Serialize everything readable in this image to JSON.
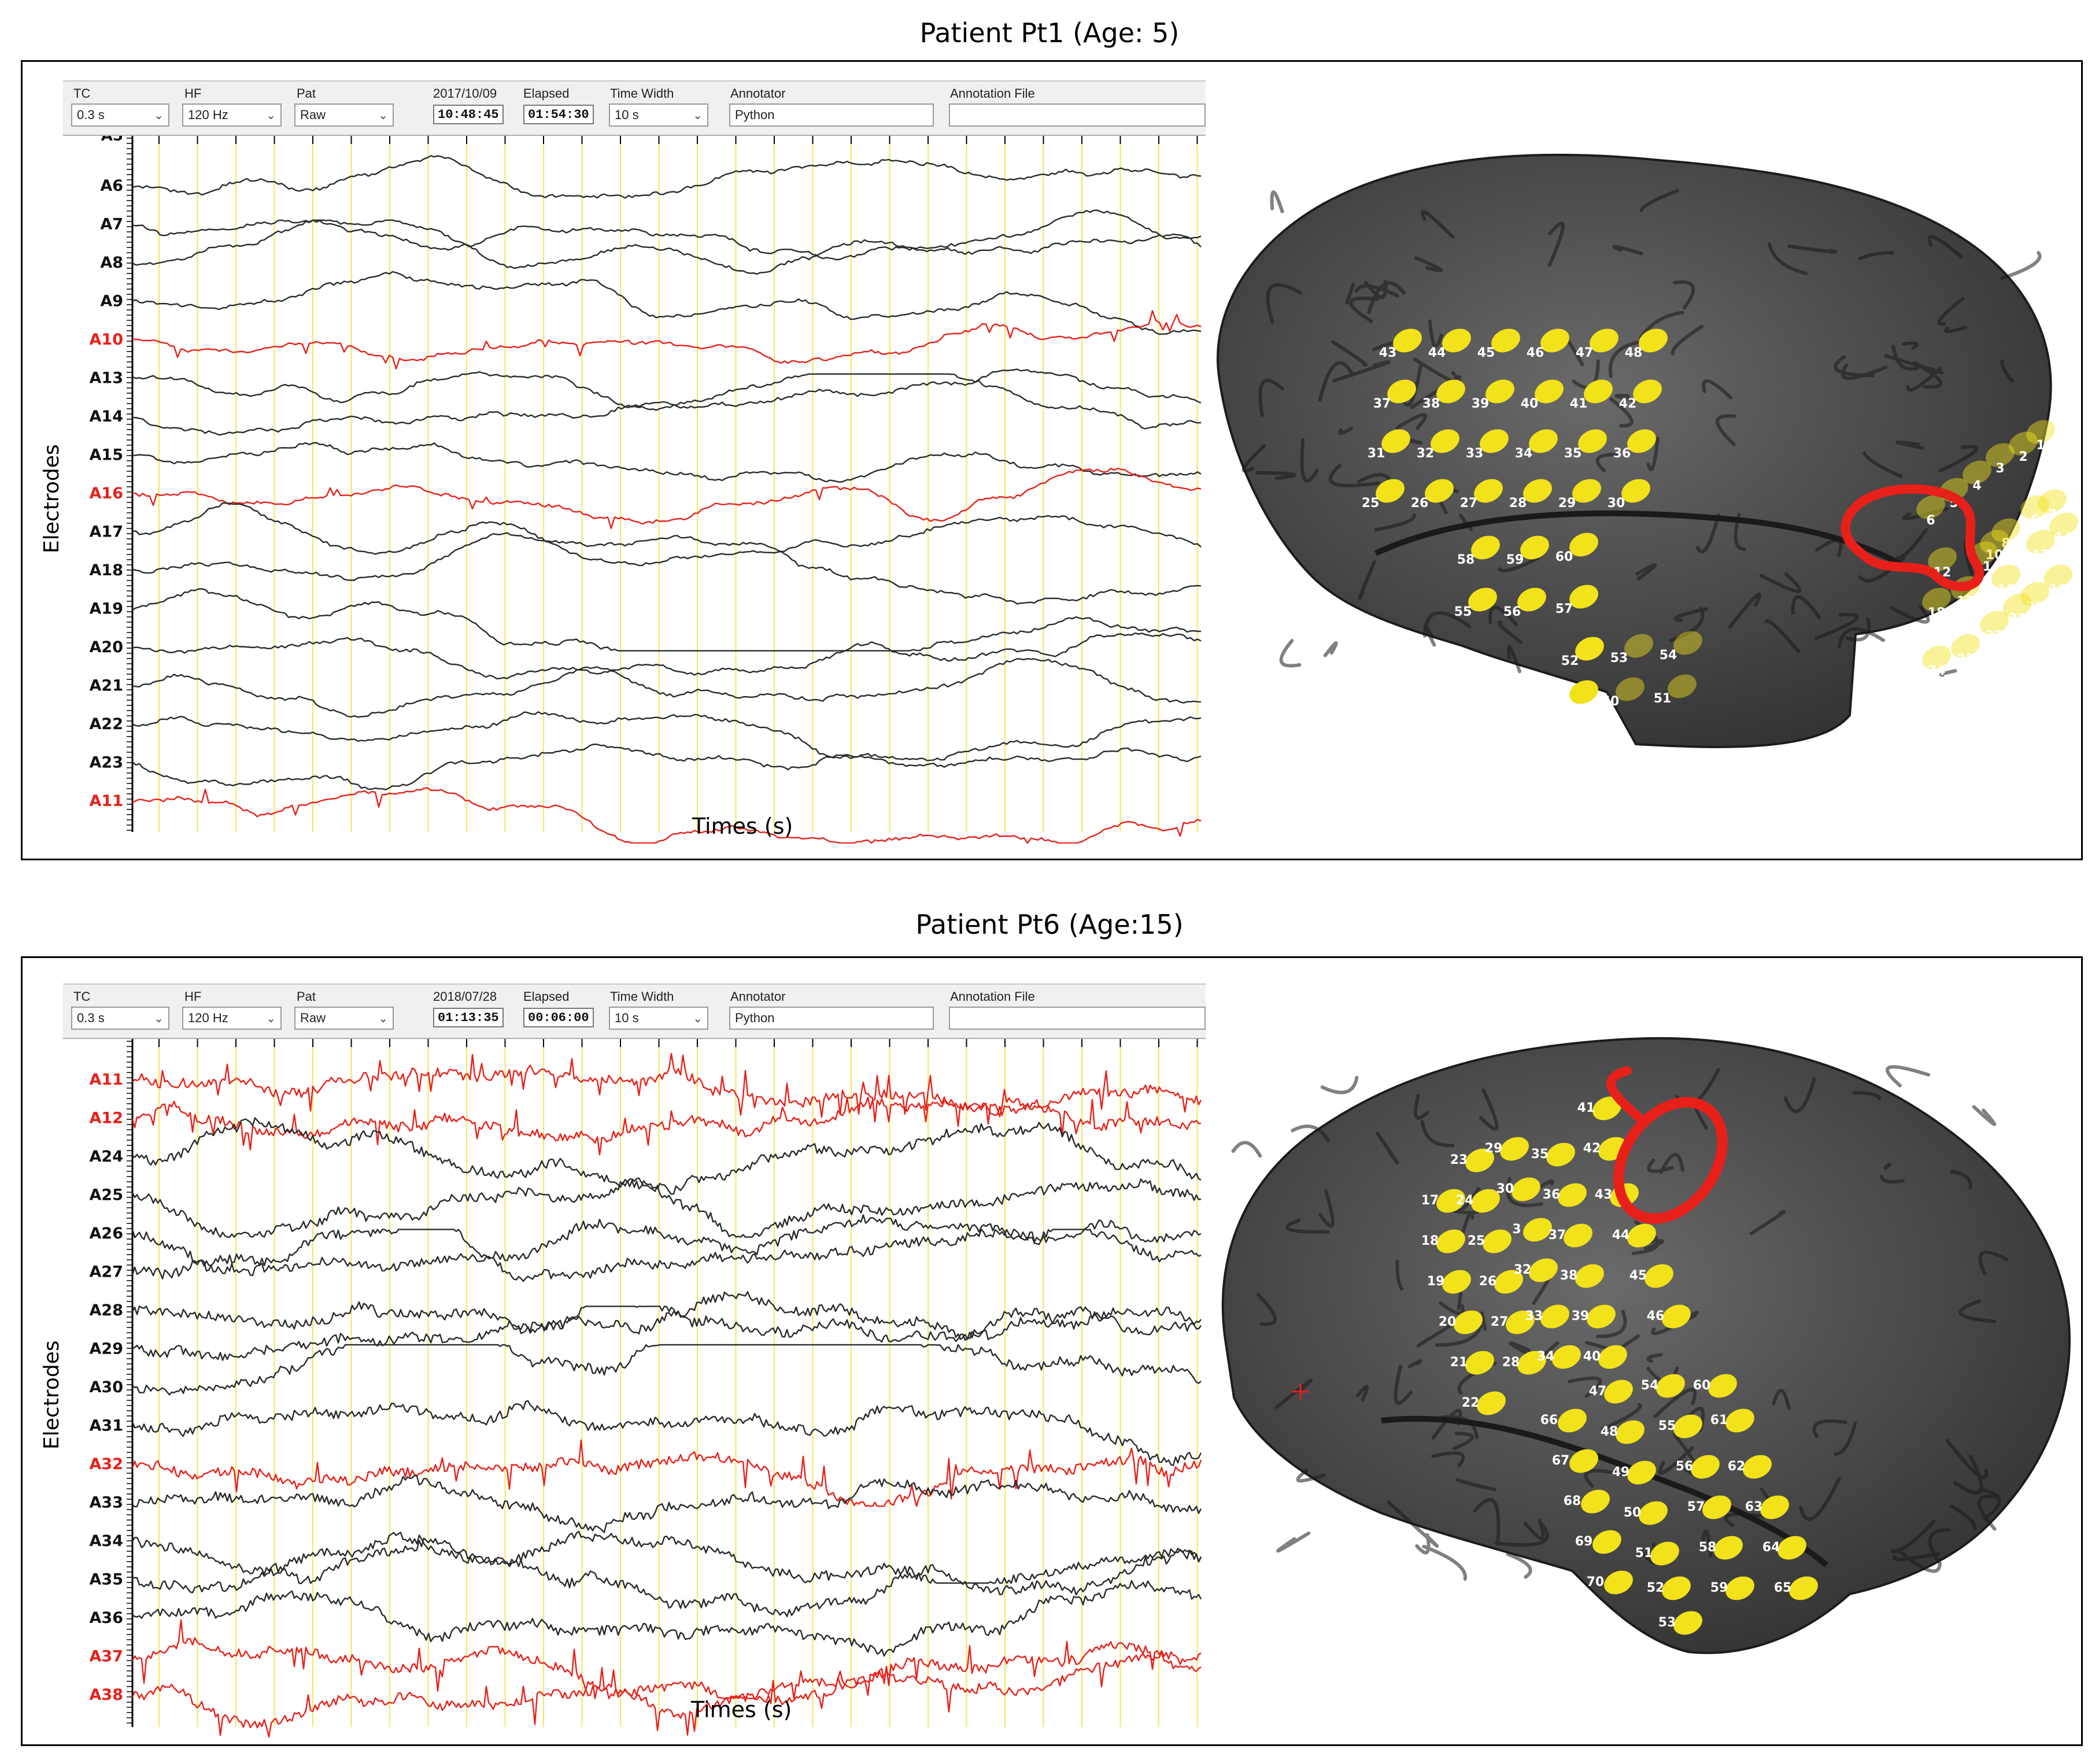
{
  "panels": [
    {
      "title": "Patient Pt1 (Age: 5)",
      "toolbar": {
        "tc_label": "TC",
        "tc_value": "0.3 s",
        "hf_label": "HF",
        "hf_value": "120 Hz",
        "pat_label": "Pat",
        "pat_value": "Raw",
        "date_label": "2017/10/09",
        "time_value": "10:48:45",
        "elapsed_label": "Elapsed",
        "elapsed_value": "01:54:30",
        "timewidth_label": "Time Width",
        "timewidth_value": "10 s",
        "annotator_label": "Annotator",
        "annotator_value": "Python",
        "annfile_label": "Annotation File",
        "annfile_value": ""
      },
      "ylabel": "Electrodes",
      "xlabel": "Times (s)",
      "top_partial_channel": "A5",
      "channels": [
        "A6",
        "A7",
        "A8",
        "A9",
        "A10",
        "A13",
        "A14",
        "A15",
        "A16",
        "A17",
        "A18",
        "A19",
        "A20",
        "A21",
        "A22",
        "A23",
        "A11"
      ],
      "highlighted_channels": [
        "A10",
        "A16",
        "A11"
      ],
      "electrode_labels": [
        "1",
        "2",
        "3",
        "4",
        "5",
        "5",
        "6",
        "7",
        "8",
        "9",
        "10",
        "11",
        "12",
        "13",
        "14",
        "16",
        "17",
        "18",
        "19",
        "20",
        "21",
        "22",
        "23",
        "24",
        "25",
        "26",
        "27",
        "28",
        "29",
        "30",
        "31",
        "32",
        "33",
        "34",
        "35",
        "36",
        "37",
        "38",
        "39",
        "40",
        "41",
        "42",
        "43",
        "44",
        "45",
        "46",
        "47",
        "48",
        "49",
        "50",
        "51",
        "52",
        "53",
        "54",
        "55",
        "56",
        "57",
        "58",
        "59",
        "60"
      ]
    },
    {
      "title": "Patient Pt6 (Age:15)",
      "toolbar": {
        "tc_label": "TC",
        "tc_value": "0.3 s",
        "hf_label": "HF",
        "hf_value": "120 Hz",
        "pat_label": "Pat",
        "pat_value": "Raw",
        "date_label": "2018/07/28",
        "time_value": "01:13:35",
        "elapsed_label": "Elapsed",
        "elapsed_value": "00:06:00",
        "timewidth_label": "Time Width",
        "timewidth_value": "10 s",
        "annotator_label": "Annotator",
        "annotator_value": "Python",
        "annfile_label": "Annotation File",
        "annfile_value": ""
      },
      "ylabel": "Electrodes",
      "xlabel": "Times (s)",
      "channels": [
        "A11",
        "A12",
        "A24",
        "A25",
        "A26",
        "A27",
        "A28",
        "A29",
        "A30",
        "A31",
        "A32",
        "A33",
        "A34",
        "A35",
        "A36",
        "A37",
        "A38"
      ],
      "highlighted_channels": [
        "A11",
        "A12",
        "A32",
        "A37",
        "A38"
      ],
      "electrode_labels": [
        "17",
        "18",
        "19",
        "20",
        "21",
        "22",
        "23",
        "24",
        "25",
        "26",
        "27",
        "28",
        "29",
        "30",
        "3",
        "32",
        "33",
        "34",
        "35",
        "36",
        "37",
        "38",
        "39",
        "40",
        "41",
        "42",
        "43",
        "44",
        "45",
        "46",
        "47",
        "48",
        "49",
        "50",
        "51",
        "52",
        "53",
        "54",
        "55",
        "56",
        "57",
        "58",
        "59",
        "60",
        "61",
        "62",
        "63",
        "64",
        "65",
        "66",
        "67",
        "68",
        "69",
        "70"
      ]
    }
  ],
  "colors": {
    "trace": "#2a2a2a",
    "trace_highlight": "#e8201a",
    "grid": "#f2e85a",
    "electrode": "#f2e21a",
    "annotation": "#e8201a",
    "brain": "#4a4a4a"
  }
}
